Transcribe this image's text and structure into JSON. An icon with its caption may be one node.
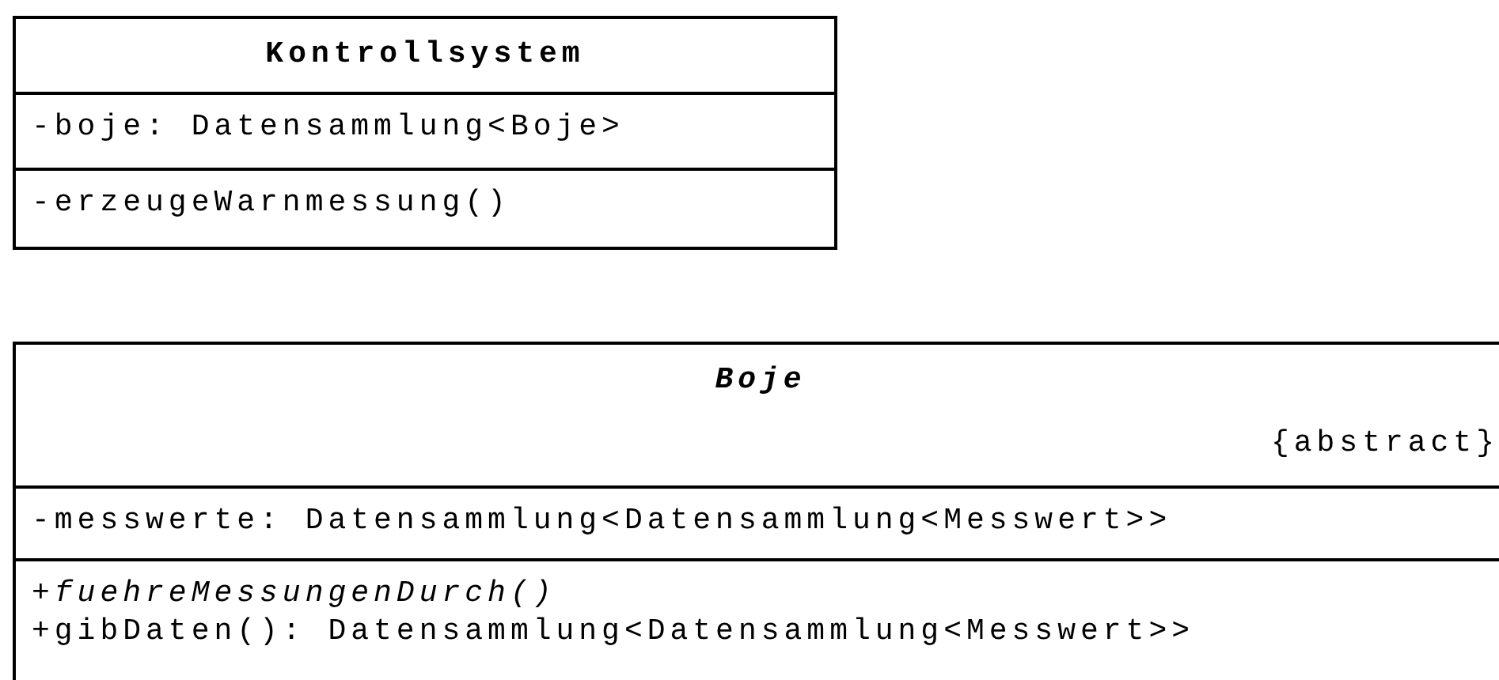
{
  "diagram": {
    "nodes": [
      {
        "text": [
          "Kontrollsystem"
        ]
      },
      {
        "text": [
          "-boje: Datensammlung<Boje>"
        ],
        "in": 0
      },
      {
        "text": [
          "-erzeugeWarnmessung()"
        ],
        "in": 0
      },
      {
        "text": [
          "Boje",
          "{abstract}"
        ]
      },
      {
        "text": [
          "-messwerte: Datensammlung<Datensammlung<Messwert>>"
        ],
        "in": 3
      },
      {
        "text": [
          "+*fuehreMessungenDurch()*",
          "+gibDaten(): Datensammlung<Datensammlung<Messwert>>"
        ],
        "in": 3
      }
    ]
  }
}
